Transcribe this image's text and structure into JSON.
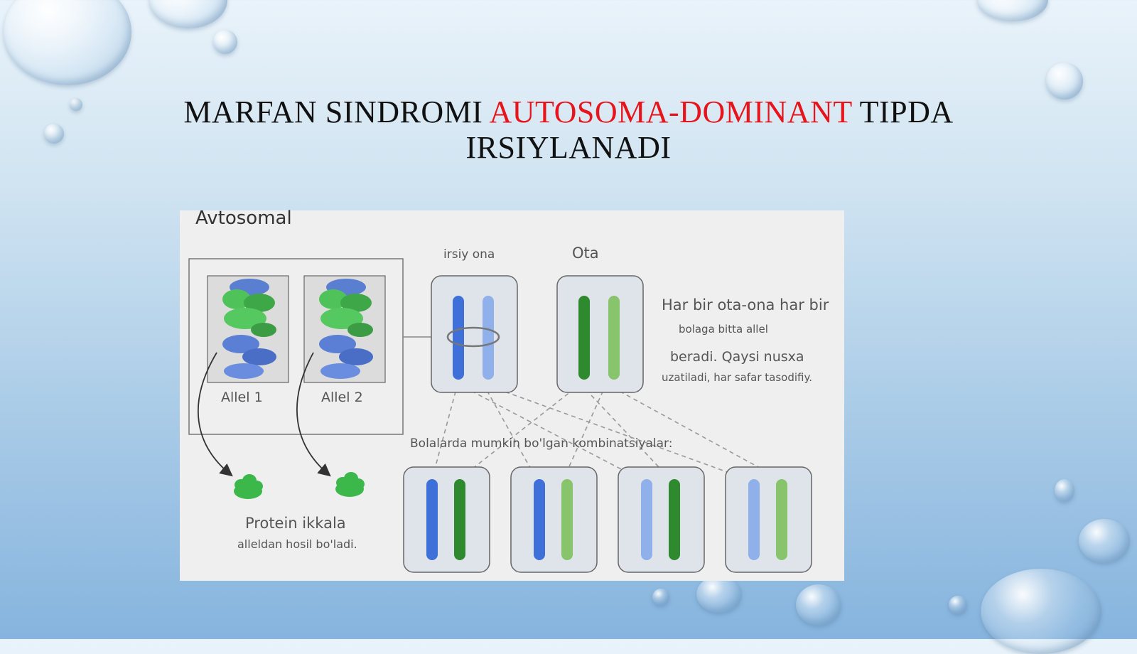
{
  "slide": {
    "title_part1": "MARFAN SINDROMI ",
    "title_accent": "AUTOSOMA-DOMINANT",
    "title_part2": " TIPDA",
    "title_line2": "IRSIYLANADI",
    "accent_color": "#e8141b"
  },
  "diagram": {
    "heading": "Avtosomal",
    "mother_label": "irsiy ona",
    "father_label": "Ota",
    "allele1_label": "Allel 1",
    "allele2_label": "Allel 2",
    "note_line1": "Har bir ota-ona har bir",
    "note_line2": "bolaga bitta allel",
    "note_line3": "beradi. Qaysi nusxa",
    "note_line4": "uzatiladi, har safar tasodifiy.",
    "combos_label": "Bolalarda mumkin bo'lgan kombinatsiyalar:",
    "protein_line1": "Protein ikkala",
    "protein_line2": "alleldan hosil bo'ladi.",
    "colors": {
      "dark_blue": "#3f6fd8",
      "light_blue": "#8fb0ea",
      "dark_green": "#2f8a2f",
      "light_green": "#88c46c"
    }
  }
}
